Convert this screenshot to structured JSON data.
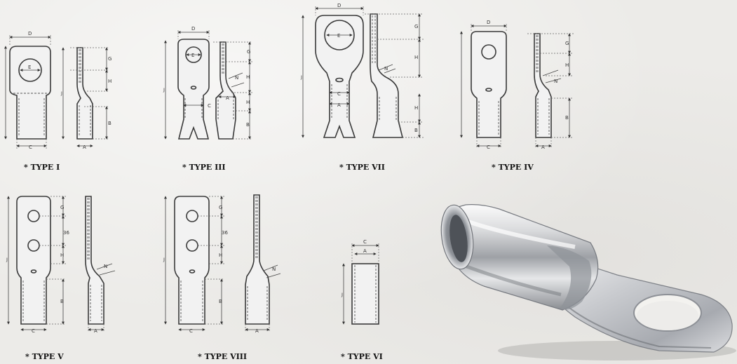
{
  "captions": {
    "type1": "* TYPE I",
    "type3": "* TYPE III",
    "type7": "* TYPE VII",
    "type4": "* TYPE IV",
    "type5": "* TYPE V",
    "type8": "* TYPE VIII",
    "type6": "* TYPE VI"
  },
  "dims": {
    "a": "A",
    "b": "B",
    "c": "C",
    "d": "D",
    "e": "E",
    "g": "G",
    "h": "H",
    "j": "J",
    "n": "N",
    "spacing": "36"
  }
}
